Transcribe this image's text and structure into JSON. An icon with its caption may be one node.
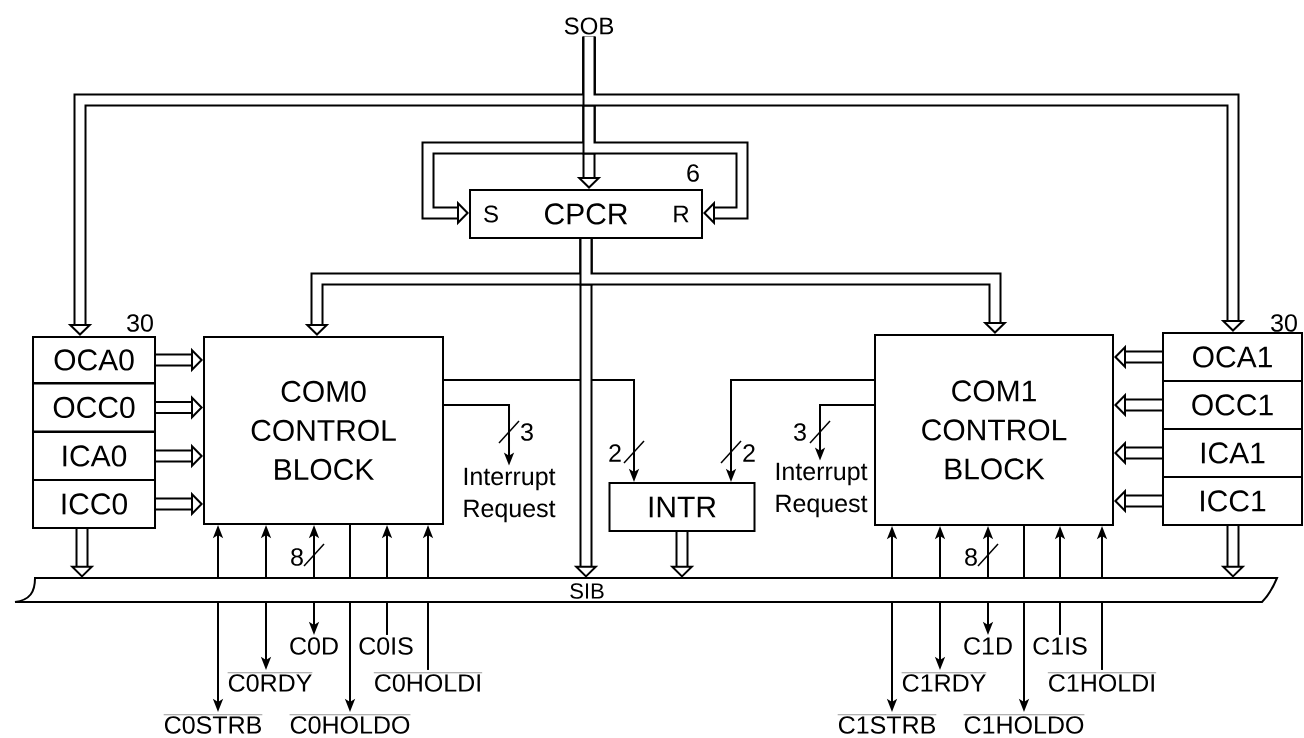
{
  "diagram": {
    "nodes": [
      {
        "text": [
          "SOB"
        ]
      },
      {
        "text": [
          "S",
          "CPCR",
          "R"
        ],
        "beside": [
          "6"
        ]
      },
      {
        "text": [
          "OCA0"
        ],
        "beside": [
          "30"
        ]
      },
      {
        "text": [
          "OCC0"
        ]
      },
      {
        "text": [
          "ICA0"
        ]
      },
      {
        "text": [
          "ICC0"
        ]
      },
      {
        "text": [
          "COM0 CONTROL BLOCK"
        ]
      },
      {
        "text": [
          "Interrupt Request"
        ]
      },
      {
        "text": [
          "INTR"
        ]
      },
      {
        "text": [
          "Interrupt Request"
        ]
      },
      {
        "text": [
          "COM1 CONTROL BLOCK"
        ]
      },
      {
        "text": [
          "OCA1"
        ],
        "beside": [
          "30"
        ]
      },
      {
        "text": [
          "OCC1"
        ]
      },
      {
        "text": [
          "ICA1"
        ]
      },
      {
        "text": [
          "ICC1"
        ]
      },
      {
        "text": [
          "SIB"
        ]
      },
      {
        "text": [
          "C0D"
        ]
      },
      {
        "text": [
          "C0IS"
        ]
      },
      {
        "text": [
          "C0RDY"
        ]
      },
      {
        "text": [
          "C0HOLDI"
        ]
      },
      {
        "text": [
          "C0STRB"
        ]
      },
      {
        "text": [
          "C0HOLDO"
        ]
      },
      {
        "text": [
          "C1D"
        ]
      },
      {
        "text": [
          "C1IS"
        ]
      },
      {
        "text": [
          "C1RDY"
        ]
      },
      {
        "text": [
          "C1HOLDI"
        ]
      },
      {
        "text": [
          "C1STRB"
        ]
      },
      {
        "text": [
          "C1HOLDO"
        ]
      }
    ],
    "edges": [
      {
        "from": 0,
        "to": 1,
        "arrow": "to",
        "style": "thick"
      },
      {
        "from": 0,
        "to": 1,
        "arrow": "to",
        "style": "thick"
      },
      {
        "from": 0,
        "to": 1,
        "arrow": "to",
        "style": "thick"
      },
      {
        "from": 0,
        "to": 2,
        "arrow": "to",
        "style": "thick"
      },
      {
        "from": 0,
        "to": 11,
        "arrow": "to",
        "style": "thick"
      },
      {
        "from": 1,
        "to": 6,
        "arrow": "to",
        "style": "thick"
      },
      {
        "from": 1,
        "to": 10,
        "arrow": "to",
        "style": "thick"
      },
      {
        "from": 1,
        "to": 15,
        "arrow": "to",
        "style": "thick"
      },
      {
        "from": 2,
        "to": 6,
        "arrow": "to",
        "style": "thick"
      },
      {
        "from": 3,
        "to": 6,
        "arrow": "to",
        "style": "thick"
      },
      {
        "from": 4,
        "to": 6,
        "arrow": "to",
        "style": "thick"
      },
      {
        "from": 5,
        "to": 6,
        "arrow": "to",
        "style": "thick"
      },
      {
        "from": 5,
        "to": 15,
        "arrow": "to",
        "style": "thick"
      },
      {
        "from": 11,
        "to": 10,
        "arrow": "to",
        "style": "thick"
      },
      {
        "from": 12,
        "to": 10,
        "arrow": "to",
        "style": "thick"
      },
      {
        "from": 13,
        "to": 10,
        "arrow": "to",
        "style": "thick"
      },
      {
        "from": 14,
        "to": 10,
        "arrow": "to",
        "style": "thick"
      },
      {
        "from": 14,
        "to": 15,
        "arrow": "to",
        "style": "thick"
      },
      {
        "from": 6,
        "to": 8,
        "arrow": "to",
        "label": "2"
      },
      {
        "from": 6,
        "to": 7,
        "arrow": "to",
        "label": "3"
      },
      {
        "from": 10,
        "to": 8,
        "arrow": "to",
        "label": "2"
      },
      {
        "from": 10,
        "to": 9,
        "arrow": "to",
        "label": "3"
      },
      {
        "from": 8,
        "to": 15,
        "arrow": "to",
        "style": "thick"
      },
      {
        "from": 15,
        "to": 6,
        "arrow": "to"
      },
      {
        "from": 15,
        "to": 6,
        "arrow": "to"
      },
      {
        "from": 15,
        "to": 6,
        "arrow": "to",
        "label": "8"
      },
      {
        "from": 6,
        "to": 15,
        "arrow": "none"
      },
      {
        "from": 15,
        "to": 6,
        "arrow": "to"
      },
      {
        "from": 15,
        "to": 6,
        "arrow": "to"
      },
      {
        "from": 15,
        "to": 20,
        "arrow": "to"
      },
      {
        "from": 15,
        "to": 18,
        "arrow": "to"
      },
      {
        "from": 15,
        "to": 16,
        "arrow": "to"
      },
      {
        "from": 15,
        "to": 21,
        "arrow": "to"
      },
      {
        "from": 15,
        "to": 17,
        "arrow": "none"
      },
      {
        "from": 15,
        "to": 19,
        "arrow": "none"
      },
      {
        "from": 15,
        "to": 10,
        "arrow": "to"
      },
      {
        "from": 15,
        "to": 10,
        "arrow": "to"
      },
      {
        "from": 15,
        "to": 10,
        "arrow": "to",
        "label": "8"
      },
      {
        "from": 10,
        "to": 15,
        "arrow": "none"
      },
      {
        "from": 15,
        "to": 10,
        "arrow": "to"
      },
      {
        "from": 15,
        "to": 10,
        "arrow": "to"
      },
      {
        "from": 15,
        "to": 26,
        "arrow": "to"
      },
      {
        "from": 15,
        "to": 24,
        "arrow": "to"
      },
      {
        "from": 15,
        "to": 22,
        "arrow": "to"
      },
      {
        "from": 15,
        "to": 27,
        "arrow": "to"
      },
      {
        "from": 15,
        "to": 23,
        "arrow": "none"
      },
      {
        "from": 15,
        "to": 25,
        "arrow": "none"
      }
    ]
  }
}
